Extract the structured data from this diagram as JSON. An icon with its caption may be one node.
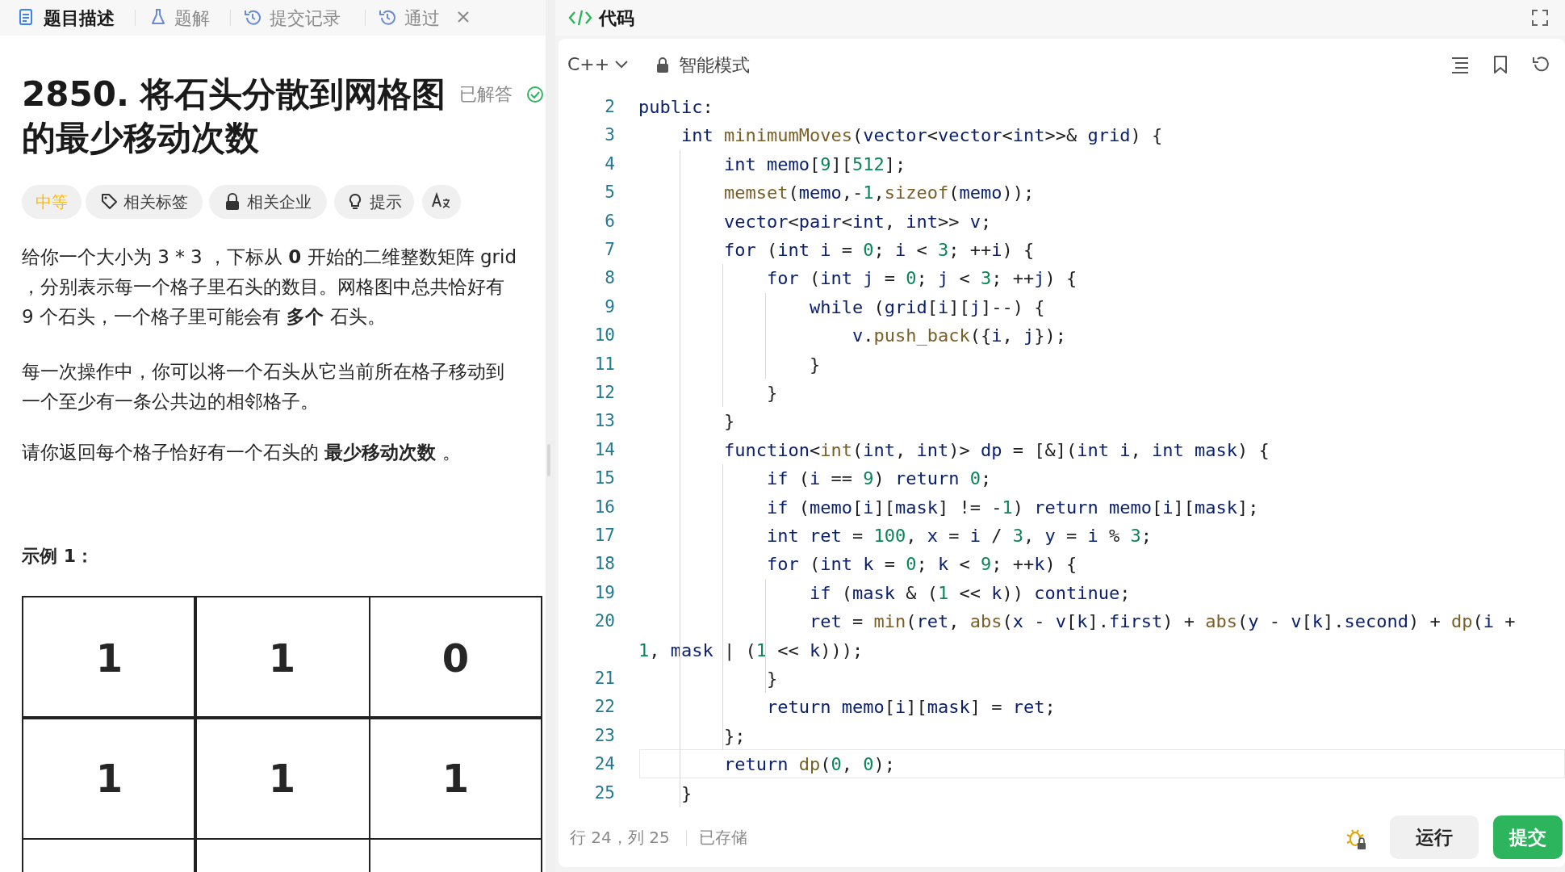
{
  "diagram": {
    "title": "2850. 将石头分散到网格图的最少移动次数",
    "nodes": [
      {
        "text": [
          "1"
        ]
      },
      {
        "text": [
          "1"
        ]
      },
      {
        "text": [
          "0"
        ]
      },
      {
        "text": [
          "1"
        ]
      },
      {
        "text": [
          "1"
        ]
      },
      {
        "text": [
          "1"
        ]
      },
      {
        "text": [],
        "shape": "box"
      },
      {
        "text": [],
        "shape": "box"
      },
      {
        "text": [],
        "shape": "box"
      }
    ],
    "labels": [
      "题目描述",
      "题解",
      "提交记录",
      "通过",
      "代码",
      "已解答",
      "C++",
      "智能模式",
      "中等",
      "相关标签",
      "相关企业",
      "提示",
      "给你一个大小为 3 * 3 ，下标从 **0** 开始的二维整数矩阵 grid ，分别表示每一个格子里石头的数目。网格图中总共恰好有 9 个石头，一个格子里可能会有 **多个** 石头。",
      "每一次操作中，你可以将一个石头从它当前所在格子移动到一个至少有一条公共边的相邻格子。",
      "请你返回每个格子恰好有一个石头的 **最少移动次数** 。",
      "示例 1：",
      "2",
      "public:",
      "3",
      "int minimumMoves(vector<vector<int>>& grid) {",
      "4",
      "int memo[9][512];",
      "5",
      "memset(memo,-1,sizeof(memo));",
      "6",
      "vector<pair<int, int>> v;",
      "7",
      "for (int i = 0; i < 3; ++i) {",
      "8",
      "for (int j = 0; j < 3; ++j) {",
      "9",
      "while (grid[i][j]--) {",
      "10",
      "v.push_back({i, j});",
      "11",
      "}",
      "12",
      "}",
      "13",
      "}",
      "14",
      "function<int(int, int)> dp = [&](int i, int mask) {",
      "15",
      "if (i == 9) return 0;",
      "16",
      "if (memo[i][mask] != -1) return memo[i][mask];",
      "17",
      "int ret = 100, x = i / 3, y = i % 3;",
      "18",
      "for (int k = 0; k < 9; ++k) {",
      "19",
      "if (mask & (1 << k)) continue;",
      "20",
      "ret = min(ret, abs(x - v[k].first) + abs(y - v[k].second) + dp(i + 1, mask | (1 << k)));",
      "21",
      "}",
      "22",
      "return memo[i][mask] = ret;",
      "23",
      "};",
      "24",
      "return dp(0, 0);",
      "25",
      "}",
      "行 24，列 25",
      "已存储",
      "运行",
      "提交"
    ]
  }
}
